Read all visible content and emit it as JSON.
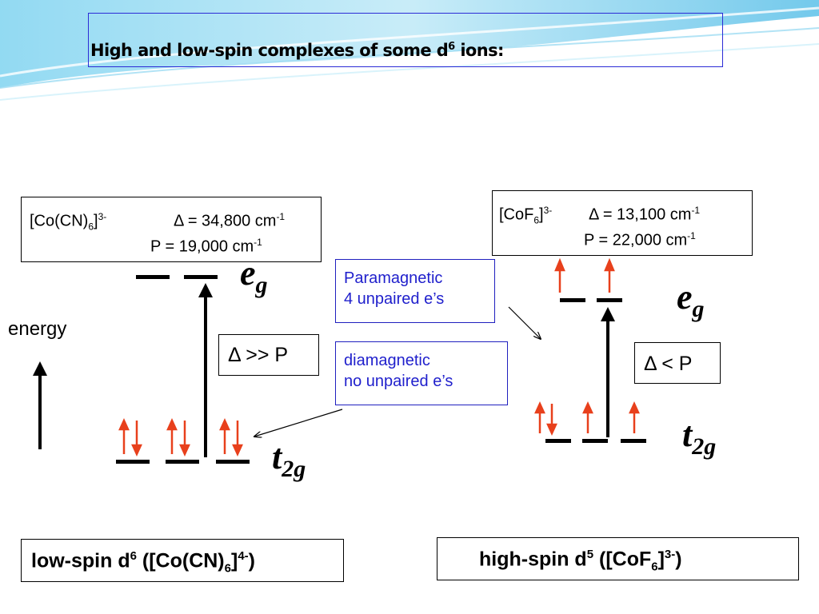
{
  "title": {
    "prefix": "High and low-spin complexes of some d",
    "sup": "6",
    "suffix": " ions:"
  },
  "left_complex": {
    "formula_pre": "[Co(CN)",
    "formula_sub": "6",
    "formula_post": "]",
    "formula_charge": "3-",
    "delta": "Δ = 34,800 cm",
    "delta_exp": "-1",
    "pairing": "P = 19,000 cm",
    "pairing_exp": "-1",
    "condition": "Δ >> P",
    "eg_label_main": "e",
    "eg_label_sub": "g",
    "t2g_label_main": "t",
    "t2g_label_sub": "2g",
    "bottom_main": "low-spin d",
    "bottom_sup": "6",
    "bottom_mid": " ([Co(CN)",
    "bottom_sub": "6",
    "bottom_post": "]",
    "bottom_charge": "4-",
    "bottom_end": ")"
  },
  "right_complex": {
    "formula_pre": "[CoF",
    "formula_sub": "6",
    "formula_post": "]",
    "formula_charge": "3-",
    "delta": "Δ = 13,100 cm",
    "delta_exp": "-1",
    "pairing": "P = 22,000 cm",
    "pairing_exp": "-1",
    "condition": "Δ < P",
    "eg_label_main": "e",
    "eg_label_sub": "g",
    "t2g_label_main": "t",
    "t2g_label_sub": "2g",
    "bottom_main": "high-spin d",
    "bottom_sup": "5",
    "bottom_mid": " ([CoF",
    "bottom_sub": "6",
    "bottom_post": "]",
    "bottom_charge": "3-",
    "bottom_end": ")"
  },
  "paramagnetic": {
    "line1": "Paramagnetic",
    "line2": "4 unpaired e’s"
  },
  "diamagnetic": {
    "line1": "diamagnetic",
    "line2": "no unpaired e’s"
  },
  "energy_label": "energy",
  "colors": {
    "spin_arrow": "#e8401c",
    "box_border_blue": "#1f1fbf",
    "blue_text": "#1f1fcc",
    "wave": "#5bc0e8"
  }
}
